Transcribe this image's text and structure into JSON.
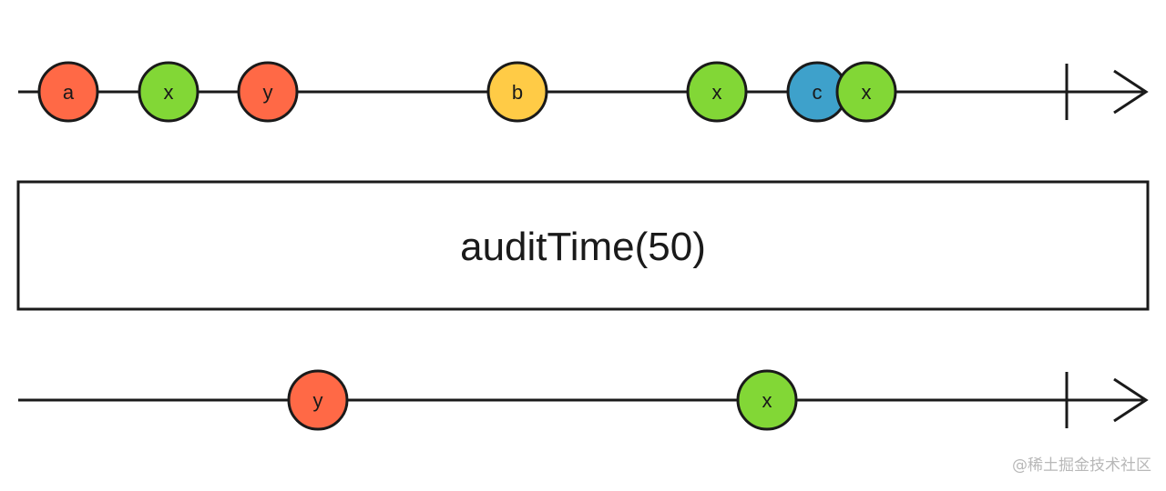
{
  "operator": {
    "label": "auditTime(50)"
  },
  "input_stream": {
    "marbles": [
      {
        "label": "a",
        "color": "#FF6946"
      },
      {
        "label": "x",
        "color": "#82D736"
      },
      {
        "label": "y",
        "color": "#FF6946"
      },
      {
        "label": "b",
        "color": "#FFCB46"
      },
      {
        "label": "x",
        "color": "#82D736"
      },
      {
        "label": "c",
        "color": "#3EA1CB"
      },
      {
        "label": "x",
        "color": "#82D736"
      }
    ]
  },
  "output_stream": {
    "marbles": [
      {
        "label": "y",
        "color": "#FF6946"
      },
      {
        "label": "x",
        "color": "#82D736"
      }
    ]
  },
  "watermark": "@稀土掘金技术社区"
}
